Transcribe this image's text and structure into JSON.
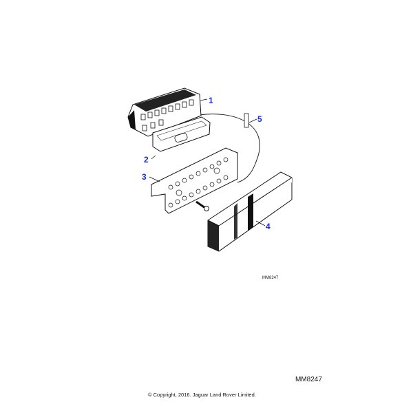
{
  "diagram": {
    "callouts": [
      "1",
      "2",
      "3",
      "4",
      "5"
    ],
    "reference_small": "MM8247",
    "reference_large": "MM8247",
    "callout_color": "#1a2fe0"
  },
  "footer": {
    "copyright": "© Copyright, 2016. Jaguar Land Rover Limited."
  }
}
